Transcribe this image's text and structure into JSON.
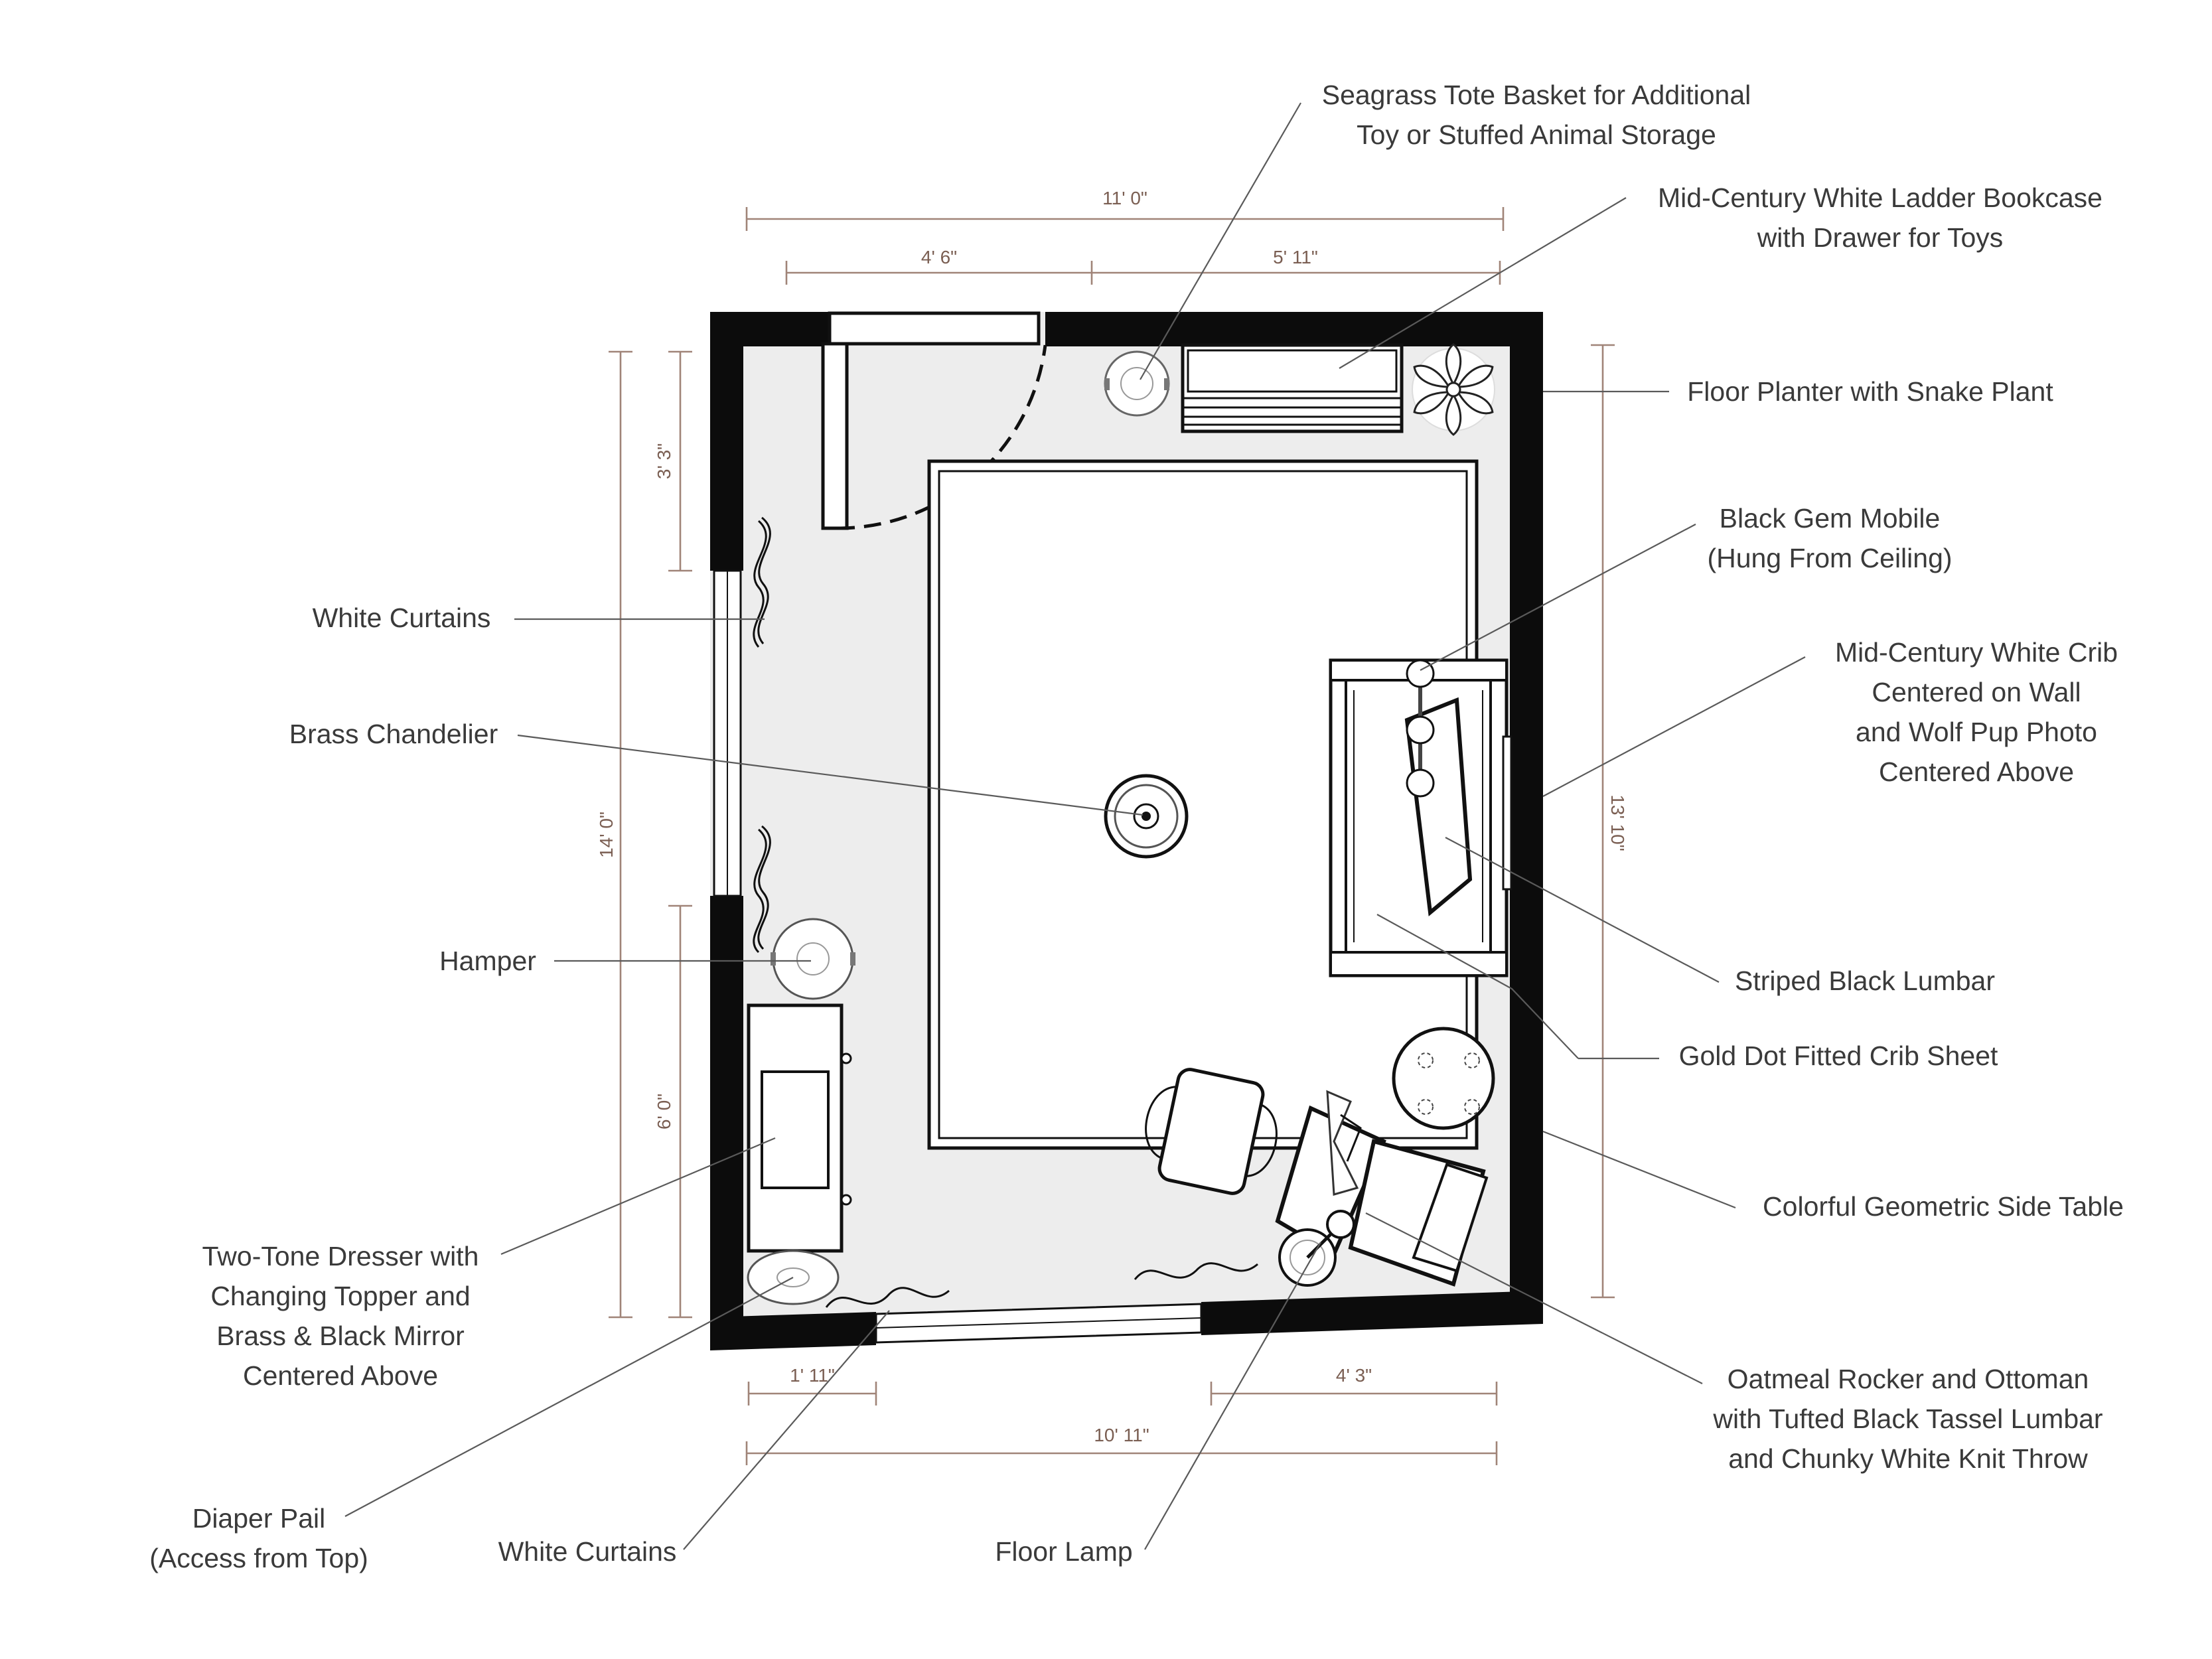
{
  "colors": {
    "wall": "#0c0c0c",
    "floor": "#ededed",
    "dimension": "#a08478",
    "label_text": "#3a3a3a"
  },
  "dimensions": {
    "top_overall": "11' 0\"",
    "top_left_segment": "4' 6\"",
    "top_right_segment": "5' 11\"",
    "left_overall": "14' 0\"",
    "left_upper_segment": "3' 3\"",
    "left_lower_segment": "6' 0\"",
    "right_overall": "13' 10\"",
    "bottom_left_segment": "1' 11\"",
    "bottom_right_segment": "4' 3\"",
    "bottom_overall": "10' 11\""
  },
  "labels": {
    "seagrass_tote": {
      "line1": "Seagrass Tote Basket for Additional",
      "line2": "Toy or Stuffed Animal Storage"
    },
    "ladder_bookcase": {
      "line1": "Mid-Century White Ladder Bookcase",
      "line2": "with Drawer for Toys"
    },
    "floor_planter": {
      "line1": "Floor Planter with Snake Plant"
    },
    "gem_mobile": {
      "line1": "Black Gem Mobile",
      "line2": "(Hung From Ceiling)"
    },
    "white_crib": {
      "line1": "Mid-Century White Crib",
      "line2": "Centered on Wall",
      "line3": "and Wolf Pup Photo",
      "line4": "Centered Above"
    },
    "striped_lumbar": {
      "line1": "Striped Black Lumbar"
    },
    "crib_sheet": {
      "line1": "Gold Dot Fitted Crib Sheet"
    },
    "side_table": {
      "line1": "Colorful Geometric Side Table"
    },
    "rocker": {
      "line1": "Oatmeal Rocker and Ottoman",
      "line2": "with Tufted Black Tassel Lumbar",
      "line3": "and Chunky White Knit Throw"
    },
    "floor_lamp": {
      "line1": "Floor Lamp"
    },
    "white_curtains_bottom": {
      "line1": "White Curtains"
    },
    "diaper_pail": {
      "line1": "Diaper Pail",
      "line2": "(Access from Top)"
    },
    "dresser": {
      "line1": "Two-Tone Dresser with",
      "line2": "Changing Topper and",
      "line3": "Brass & Black Mirror",
      "line4": "Centered Above"
    },
    "hamper": {
      "line1": "Hamper"
    },
    "brass_chandelier": {
      "line1": "Brass Chandelier"
    },
    "white_curtains_left": {
      "line1": "White Curtains"
    }
  }
}
